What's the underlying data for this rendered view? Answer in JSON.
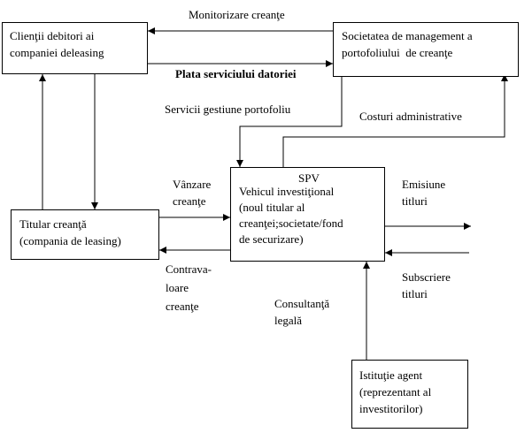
{
  "boxes": {
    "clienti": "Clienţii debitori ai\ncompaniei deleasing",
    "societatea": "Societatea de management a\nportofoliului  de creanţe",
    "spv_title": "SPV",
    "spv_body": "Vehicul investiţional\n(noul titular al\ncreanţei;societate/fond\nde securizare)",
    "titular": "Titular creanţă\n(compania de leasing)",
    "istitutie": "Istituţie agent\n(reprezentant al\ninvestitorilor)"
  },
  "labels": {
    "monitorizare": "Monitorizare creanţe",
    "plata": "Plata serviciului datoriei",
    "servicii": "Servicii gestiune portofoliu",
    "costuri": "Costuri administrative",
    "vanzare": "Vânzare\ncreanţe",
    "contravaloare": "Contrava-\nloare\ncreanţe",
    "emisiune": "Emisiune\ntitluri",
    "subscriere": "Subscriere\ntitluri",
    "consultanta": "Consultanţă\nlegală"
  }
}
